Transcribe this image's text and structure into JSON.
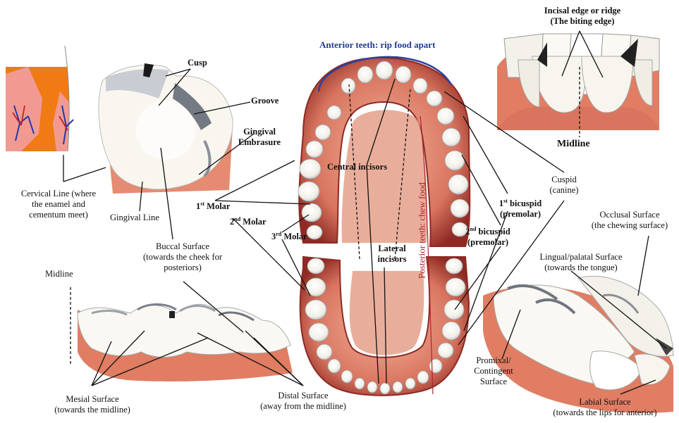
{
  "colors": {
    "gum": "#d9755f",
    "gum_dark": "#8e2a23",
    "gum_light": "#f0a98f",
    "tooth": "#f8f6ef",
    "tooth_shadow": "#b9bdc4",
    "blue_arc": "#2c3f9e",
    "red_line": "#b0242f",
    "inset_orange": "#f07a14",
    "inset_pink": "#f2a0a8"
  },
  "labels": {
    "anterior": "Anterior teeth: rip food apart",
    "posterior": "Posterior teeth: chew food",
    "incisal_1": "Incisal edge or ridge",
    "incisal_2": "(The biting edge)",
    "midline_top": "Midline",
    "midline_left": "Midline",
    "cusp": "Cusp",
    "groove": "Groove",
    "gingival_emb_1": "Gingival",
    "gingival_emb_2": "Embrasure",
    "cervical_1": "Cervical Line (where",
    "cervical_2": "the enamel and",
    "cervical_3": "cementum meet)",
    "gingival_line": "Gingival Line",
    "buccal_1": "Buccal Surface",
    "buccal_2": "(towards the cheek for",
    "buccal_3": "posteriors)",
    "molar1_num": "1",
    "molar1_sup": "st",
    "molar1_word": "Molar",
    "molar2_num": "2",
    "molar2_sup": "nd",
    "molar2_word": "Molar",
    "molar3_num": "3",
    "molar3_sup": "rd",
    "molar3_word": "Molar",
    "central_incisors": "Central incisors",
    "lateral_1": "Lateral",
    "lateral_2": "incisors",
    "cuspid_1": "Cuspid",
    "cuspid_2": "(canine)",
    "bicuspid1_num": "1",
    "bicuspid1_sup": "st",
    "bicuspid1_word": "bicuspid",
    "bicuspid1_2": "(premolar)",
    "bicuspid2_num": "2",
    "bicuspid2_sup": "nd",
    "bicuspid2_word": "bicuspid",
    "bicuspid2_2": "(premolar)",
    "occlusal_1": "Occlusal Surface",
    "occlusal_2": "(the chewing surface)",
    "lingual_1": "Lingual/palatal Surface",
    "lingual_2": "(towards the tongue)",
    "proximal_1": "Promixal/",
    "proximal_2": "Contingent",
    "proximal_3": "Surface",
    "labial_1": "Labial Surface",
    "labial_2": "(towards the lips for anterior)",
    "mesial_1": "Mesial Surface",
    "mesial_2": "(towards the midline)",
    "distal_1": "Distal Surface",
    "distal_2": "(away from the midline)"
  }
}
